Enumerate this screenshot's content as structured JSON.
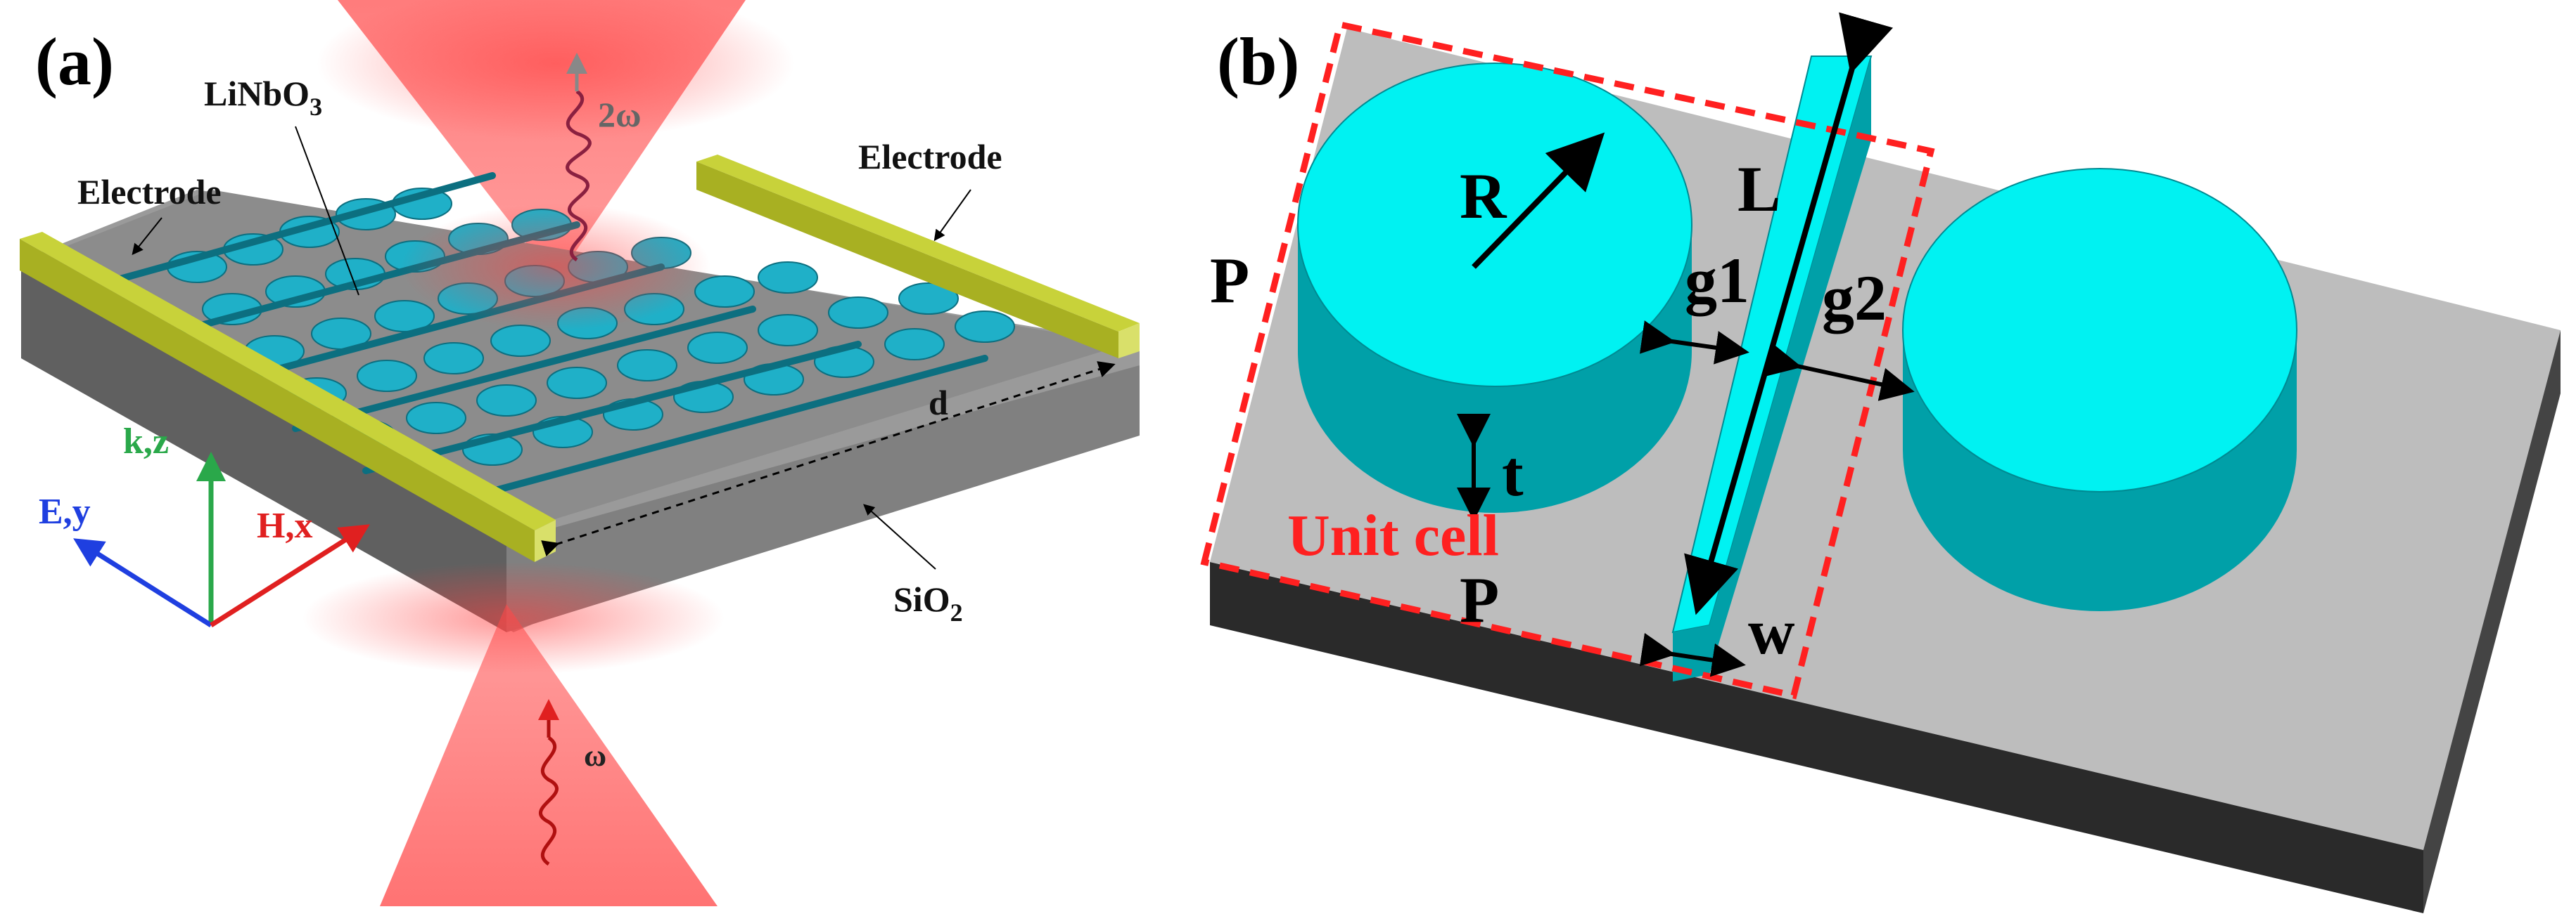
{
  "panel_a": {
    "label": "(a)",
    "material": "LiNbO",
    "material_sub": "3",
    "electrode_left": "Electrode",
    "electrode_right": "Electrode",
    "substrate": "SiO",
    "substrate_sub": "2",
    "gap_label": "d",
    "output_freq": "2ω",
    "input_freq": "ω",
    "axis_k": "k,z",
    "axis_e": "E,y",
    "axis_h": "H,x",
    "colors": {
      "laser": "#ff5a5a",
      "pillar": "#1fb0c8",
      "electrode": "#c8d23a",
      "substrate": "#7a7a7a",
      "axis_k": "#2aa84a",
      "axis_e": "#1f3fe0",
      "axis_h": "#e02020"
    }
  },
  "panel_b": {
    "label": "(b)",
    "radius": "R",
    "length": "L",
    "period_side": "P",
    "period_bottom": "P",
    "gap1": "g1",
    "gap2": "g2",
    "thickness": "t",
    "width": "w",
    "unit_cell": "Unit cell",
    "colors": {
      "structure": "#00f2f2",
      "structure_side": "#00a0a8",
      "substrate_top": "#bdbdbd",
      "substrate_side": "#2a2a2a",
      "unit_cell_border": "#ff2020"
    }
  }
}
